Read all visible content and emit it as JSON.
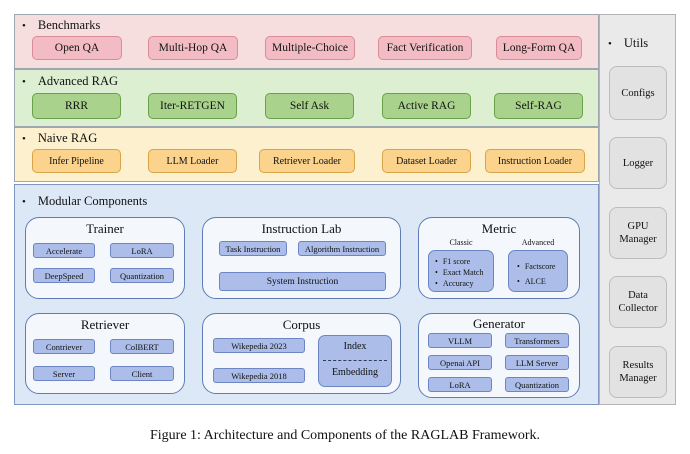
{
  "sections": {
    "benchmarks": {
      "title": "Benchmarks",
      "items": [
        "Open QA",
        "Multi-Hop QA",
        "Multiple-Choice",
        "Fact Verification",
        "Long-Form QA"
      ]
    },
    "advanced_rag": {
      "title": "Advanced RAG",
      "items": [
        "RRR",
        "Iter-RETGEN",
        "Self Ask",
        "Active RAG",
        "Self-RAG"
      ]
    },
    "naive_rag": {
      "title": "Naive RAG",
      "items": [
        "Infer Pipeline",
        "LLM Loader",
        "Retriever Loader",
        "Dataset Loader",
        "Instruction Loader"
      ]
    },
    "modular": {
      "title": "Modular Components",
      "trainer": {
        "title": "Trainer",
        "items": [
          "Accelerate",
          "LoRA",
          "DeepSpeed",
          "Quantization"
        ]
      },
      "instruction_lab": {
        "title": "Instruction Lab",
        "items": [
          "Task Instruction",
          "Algorithm Instruction",
          "System Instruction"
        ]
      },
      "metric": {
        "title": "Metric",
        "classic": {
          "label": "Classic",
          "items": [
            "F1 score",
            "Exact Match",
            "Accuracy"
          ]
        },
        "advanced": {
          "label": "Advanced",
          "items": [
            "Factscore",
            "ALCE"
          ]
        }
      },
      "retriever": {
        "title": "Retriever",
        "items": [
          "Contriever",
          "ColBERT",
          "Server",
          "Client"
        ]
      },
      "corpus": {
        "title": "Corpus",
        "items": [
          "Wikepedia 2023",
          "Wikepedia 2018"
        ],
        "index_label": "Index",
        "embedding_label": "Embedding"
      },
      "generator": {
        "title": "Generator",
        "items": [
          "VLLM",
          "Transformers",
          "Openai API",
          "LLM Server",
          "LoRA",
          "Quantization"
        ]
      }
    },
    "utils": {
      "title": "Utils",
      "items": [
        "Configs",
        "Logger",
        "GPU\nManager",
        "Data\nCollector",
        "Results\nManager"
      ]
    }
  },
  "caption": "Figure 1: Architecture and Components of the RAGLAB Framework."
}
